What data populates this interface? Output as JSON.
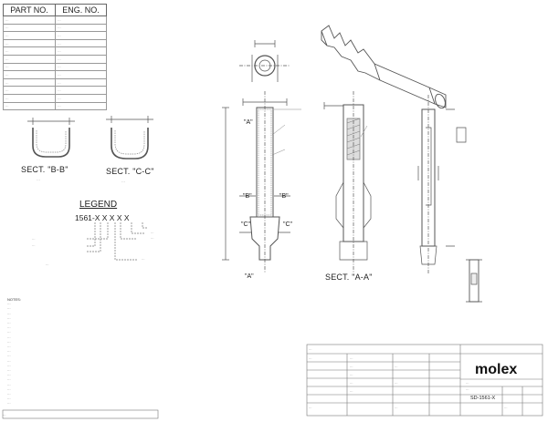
{
  "part_table": {
    "headers": [
      "PART NO.",
      "ENG. NO."
    ],
    "rows": [
      [
        "…",
        "…"
      ],
      [
        "…",
        "…"
      ],
      [
        "…",
        "…"
      ],
      [
        "…",
        "…"
      ],
      [
        "…",
        "…"
      ],
      [
        "…",
        "…"
      ],
      [
        "…",
        "…"
      ],
      [
        "…",
        "…"
      ],
      [
        "…",
        "…"
      ],
      [
        "…",
        "…"
      ],
      [
        "…",
        "…"
      ],
      [
        "…",
        "…"
      ]
    ]
  },
  "sections": {
    "b": {
      "label": "SECT. \"B-B\"",
      "scale": "…"
    },
    "c": {
      "label": "SECT. \"C-C\"",
      "scale": "…"
    },
    "a": {
      "label": "SECT. \"A-A\""
    }
  },
  "callouts": {
    "a": "\"A\"",
    "b": "\"B\"",
    "c": "\"C\""
  },
  "legend": {
    "title": "LEGEND",
    "code": "1561-X X X X X",
    "left_notes": [
      "…",
      "…"
    ],
    "left_notes_lower": [
      "…"
    ],
    "right_notes": [
      "…",
      "…"
    ],
    "right_note_finish": "…"
  },
  "notes": {
    "title": "NOTES:",
    "lines": [
      "…",
      "…",
      "…",
      "…",
      "…",
      "…",
      "…",
      "…",
      "…",
      "…",
      "…",
      "…",
      "…",
      "…",
      "…",
      "…",
      "…",
      "…",
      "…",
      "…",
      "…",
      "…"
    ]
  },
  "status_bar": "…",
  "title_block": {
    "company": "molex",
    "description": [
      "…",
      "…"
    ],
    "doc_no": "SD-1561-X",
    "fields": [
      "…",
      "…",
      "…",
      "…",
      "…",
      "…",
      "…",
      "…",
      "…",
      "…",
      "…",
      "…"
    ]
  },
  "colors": {
    "line": "#555555",
    "hatch": "#777777",
    "text": "#222222"
  }
}
